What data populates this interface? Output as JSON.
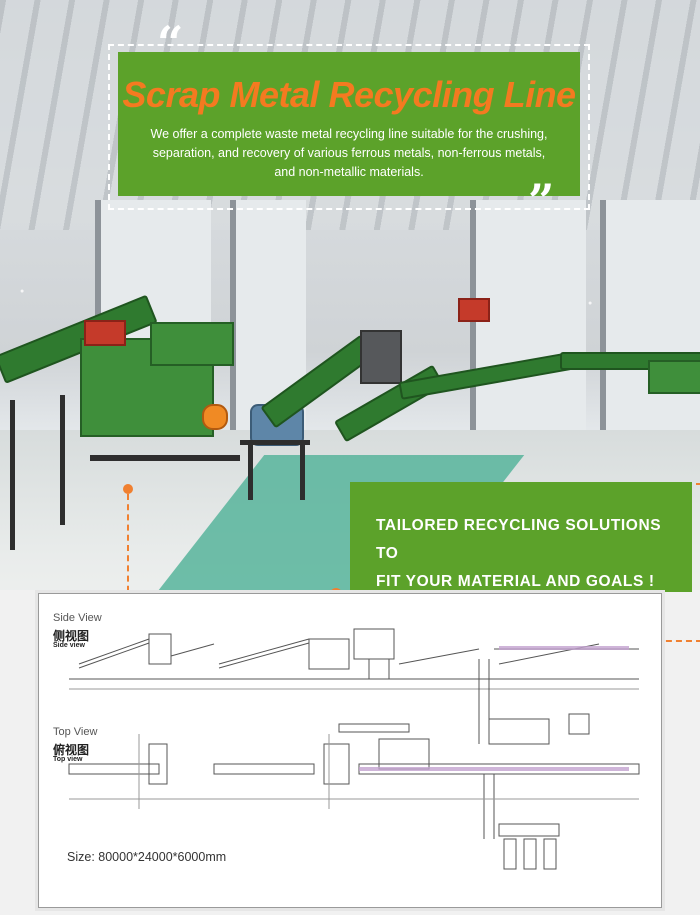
{
  "banner": {
    "title": "Scrap Metal Recycling Line",
    "description": "We offer a complete waste metal recycling line suitable for the crushing, separation, and recovery of various ferrous metals, non-ferrous metals, and non-metallic materials.",
    "quote_open": "“",
    "quote_close": "”"
  },
  "callout": {
    "line1": "TAILORED RECYCLING SOLUTIONS TO",
    "line2": "FIT YOUR MATERIAL AND GOALS !"
  },
  "drawing": {
    "side_view_label": "Side View",
    "side_view_cn": "侧视图",
    "side_view_sub": "Side view",
    "top_view_label": "Top View",
    "top_view_cn": "俯视图",
    "top_view_sub": "Top view",
    "size_text": "Size: 80000*24000*6000mm"
  },
  "colors": {
    "brand_green": "#5ca22a",
    "accent_orange": "#f47a20",
    "machine_green": "#3f8f3b"
  }
}
